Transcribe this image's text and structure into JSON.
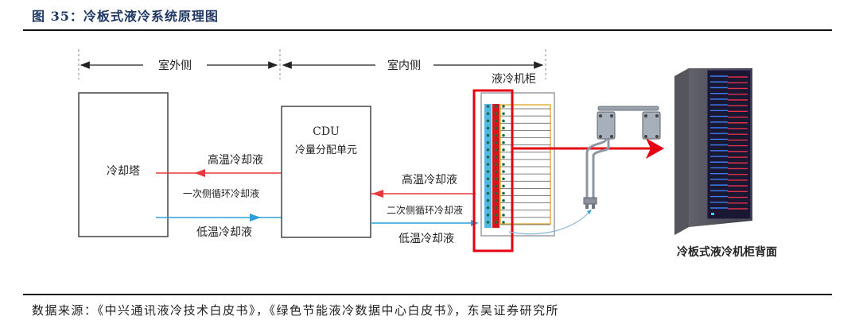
{
  "figure": {
    "title": "图 35：冷板式液冷系统原理图",
    "source": "数据来源：《中兴通讯液冷技术白皮书》，《绿色节能液冷数据中心白皮书》，东吴证券研究所"
  },
  "diagram": {
    "zones": {
      "outdoor": "室外侧",
      "indoor": "室内侧"
    },
    "nodes": {
      "cooling_tower": "冷却塔",
      "cdu_title": "CDU",
      "cdu_subtitle": "冷量分配单元",
      "liquid_cabinet": "液冷机柜",
      "cabinet_back": "冷板式液冷机柜背面"
    },
    "flows": {
      "primary_hot": "高温冷却液",
      "primary_loop": "一次侧循环冷却液",
      "primary_cold": "低温冷却液",
      "secondary_hot": "高温冷却液",
      "secondary_loop": "二次侧循环冷却液",
      "secondary_cold": "低温冷却液"
    },
    "colors": {
      "hot": "#e8383b",
      "cold": "#2f9fd8",
      "highlight": "#e60012",
      "manifold_cold": "#52b6e8",
      "manifold_hot": "#d7161c",
      "server_frame": "#e2b33c",
      "title": "#1f3864"
    },
    "cabinet_rows": 17
  }
}
